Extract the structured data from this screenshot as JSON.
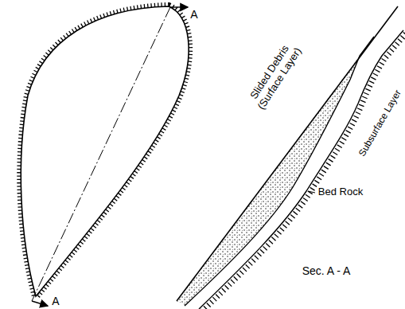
{
  "diagram": {
    "labels": [
      "A",
      "A",
      "Slided Debris (Surface Layer)",
      "Subsurface Layer",
      "Bed Rock",
      "Sec. A - A"
    ]
  }
}
